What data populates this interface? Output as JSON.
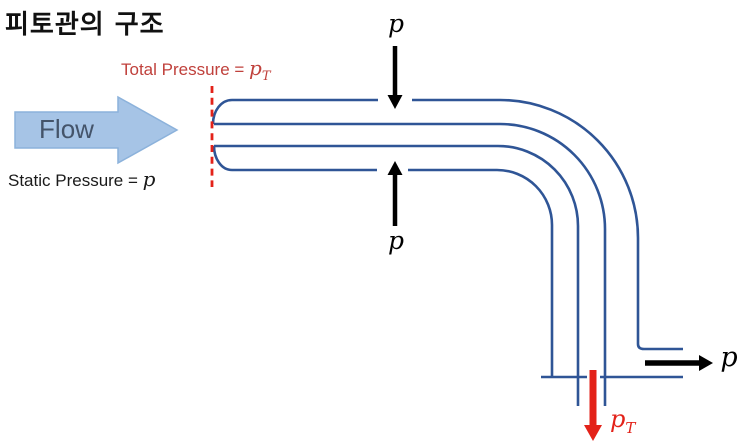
{
  "title": "피토관의 구조",
  "colors": {
    "tube": "#2F5596",
    "red": "#E32219",
    "red_text": "#C0413C",
    "black": "#000000",
    "flow_fill": "#A6C4E6",
    "flow_stroke": "#8CB2DB",
    "flow_text": "#44546A"
  },
  "flow": {
    "label": "Flow"
  },
  "labels": {
    "total_pressure": {
      "text": "Total Pressure =",
      "symbol": "p",
      "subscript": "T"
    },
    "static_pressure": {
      "text": "Static Pressure =",
      "symbol": "p"
    },
    "port_top": {
      "symbol": "p"
    },
    "port_bottom": {
      "symbol": "p"
    },
    "static_outlet": {
      "symbol": "p"
    },
    "total_outlet": {
      "symbol": "p",
      "subscript": "T"
    }
  }
}
